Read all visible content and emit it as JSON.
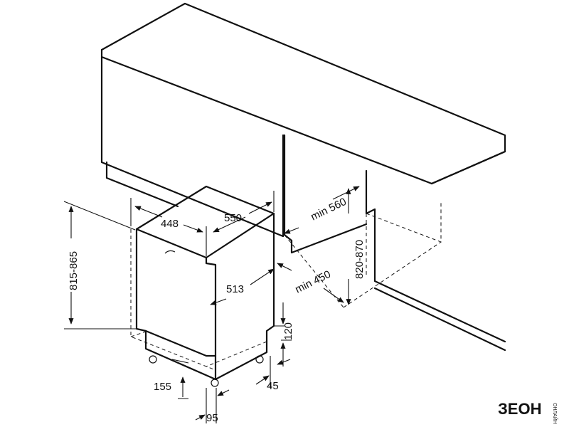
{
  "dimensions": {
    "w448": "448",
    "w550": "550",
    "min560": "min 560",
    "h815_865": "815-865",
    "h820_870": "820-870",
    "d513": "513",
    "min450": "min 450",
    "h120": "120",
    "h155": "155",
    "h45": "45",
    "h95": "95"
  },
  "brand": {
    "logo": "ЗЕОН",
    "tagline": "ОНЛАЙН"
  }
}
